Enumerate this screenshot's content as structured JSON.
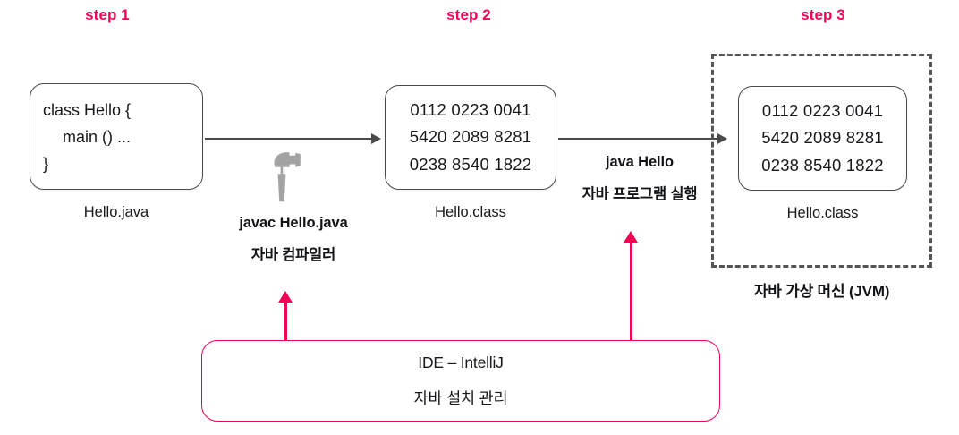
{
  "diagram": {
    "title": "Java compile and run flow",
    "accent_color": "#f50057",
    "line_color": "#4a4a4a",
    "icon_color": "#a3a3a3"
  },
  "steps": [
    {
      "label": "step 1"
    },
    {
      "label": "step 2"
    },
    {
      "label": "step 3"
    }
  ],
  "source_box": {
    "lines": [
      "class Hello {",
      "main () ...",
      "}"
    ],
    "caption": "Hello.java"
  },
  "class_box": {
    "lines": [
      "0112 0223 0041",
      "5420 2089 8281",
      "0238 8540 1822"
    ],
    "caption": "Hello.class"
  },
  "jvm_class_box": {
    "lines": [
      "0112 0223 0041",
      "5420 2089 8281",
      "0238 8540 1822"
    ],
    "caption": "Hello.class"
  },
  "compile_annotation": {
    "icon": "hammer-icon",
    "command": "javac Hello.java",
    "description": "자바 컴파일러"
  },
  "run_annotation": {
    "command": "java Hello",
    "description": "자바 프로그램 실행"
  },
  "jvm": {
    "caption": "자바 가상 머신 (JVM)"
  },
  "ide_box": {
    "line1": "IDE – IntelliJ",
    "line2": "자바 설치 관리"
  }
}
